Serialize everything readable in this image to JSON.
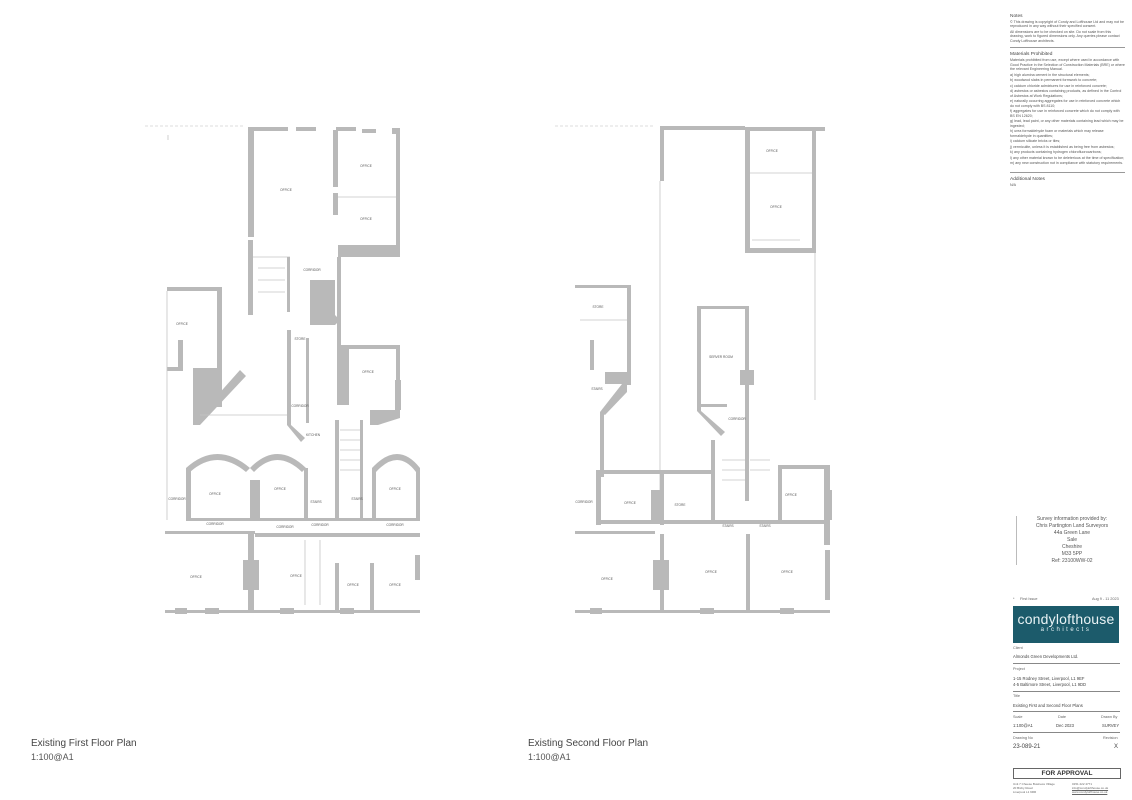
{
  "plans": {
    "first": {
      "title": "Existing First Floor Plan",
      "scale": "1:100@A1",
      "rooms": [
        "OFFICE",
        "OFFICE",
        "OFFICE",
        "CORRIDOR",
        "OFFICE",
        "OFFICE",
        "STORE",
        "CORRIDOR",
        "KITCHEN",
        "OFFICE",
        "OFFICE",
        "OFFICE",
        "CORRIDOR",
        "CORRIDOR",
        "CORRIDOR",
        "CORRIDOR",
        "CORRIDOR",
        "STAIRS",
        "STAIRS",
        "OFFICE",
        "OFFICE",
        "OFFICE",
        "OFFICE"
      ]
    },
    "second": {
      "title": "Existing Second Floor Plan",
      "scale": "1:100@A1",
      "rooms": [
        "OFFICE",
        "OFFICE",
        "STORE",
        "SERVER ROOM",
        "CORRIDOR",
        "STAIRS",
        "CORRIDOR",
        "OFFICE",
        "STORE",
        "OFFICE",
        "STAIRS",
        "STAIRS",
        "OFFICE",
        "OFFICE",
        "OFFICE"
      ]
    }
  },
  "title_block": {
    "notes_heading": "Notes",
    "notes": [
      "© This drawing is copyright of Condy and Lofthouse Ltd and may not be reproduced in any way without their specified consent.",
      "All dimensions are to be checked on site. Do not scale from this drawing, work to figured dimensions only. Any queries please contact Condy Lofthouse architects."
    ],
    "materials_heading": "Materials Prohibited",
    "materials_intro": "Materials prohibited from use, except where used in accordance with Good Practice in the Selection of Construction Materials (BRE) or where the relevant Engineering Manual.",
    "materials": [
      "a) high alumina cement in the structural elements;",
      "b) woodwool slabs in permanent formwork to concrete;",
      "c) calcium chloride admixtures for use in reinforced concrete;",
      "d) asbestos or asbestos containing products, as defined in the Control of Asbestos at Work Regulations;",
      "e) naturally occurring aggregates for use in reinforced concrete which do not comply with BS 8110;",
      "f) aggregates for use in reinforced concrete which do not comply with BS EN 12620;",
      "g) lead, lead paint, or any other materials containing lead which may be ingested;",
      "h) urea formaldehyde foam or materials which may release formaldehyde in quantities;",
      "i) calcium silicate bricks or tiles;",
      "j) vermiculite, unless it is established as being free from asbestos;",
      "k) any products containing hydrogen chlorofluorocarbons;",
      "l) any other material known to be deleterious at the time of specification;",
      "m) any new construction not in compliance with statutory requirements."
    ],
    "additional_heading": "Additional Notes",
    "additional": "N/A",
    "survey": [
      "Survey information provided by:",
      "Chris Partington Land Surveyors",
      "44a Green Lane",
      "Sale",
      "Cheshire",
      "M33 5PP",
      "Ref: 23100WW-02"
    ],
    "revision": {
      "mark": "*",
      "desc": "First Issue",
      "date": "Aug 9 - 11 2023"
    },
    "logo": {
      "name": "condylofthouse",
      "sub": "architects",
      "color": "#1c5b6b"
    },
    "client_label": "Client",
    "client": "Almonds Green Developments Ltd.",
    "project_label": "Project",
    "project": [
      "1-15 Rodney Street, Liverpool, L1 9EF",
      "4-5 Baltimore Street, Liverpool, L1 9DD"
    ],
    "title_label": "Title",
    "title": "Existing First and Second Floor Plans",
    "scale_label": "Scale",
    "scale": "1:100@A1",
    "date_label": "Date",
    "date": "Dec 2023",
    "drawn_label": "Drawn By",
    "drawn": "SURVEY",
    "drawing_no_label": "Drawing No",
    "drawing_no": "23-089-21",
    "revision_label": "Revision",
    "revision_value": "X",
    "status": "FOR APPROVAL",
    "address": [
      "Unit 7 Cheese Business Village",
      "20 Bixby Road",
      "Liverpool  L1 9RR"
    ],
    "contact": [
      "0151 222 4771",
      "info@condylofthouse.co.uk",
      "www.condylofthouse.co.uk"
    ]
  }
}
